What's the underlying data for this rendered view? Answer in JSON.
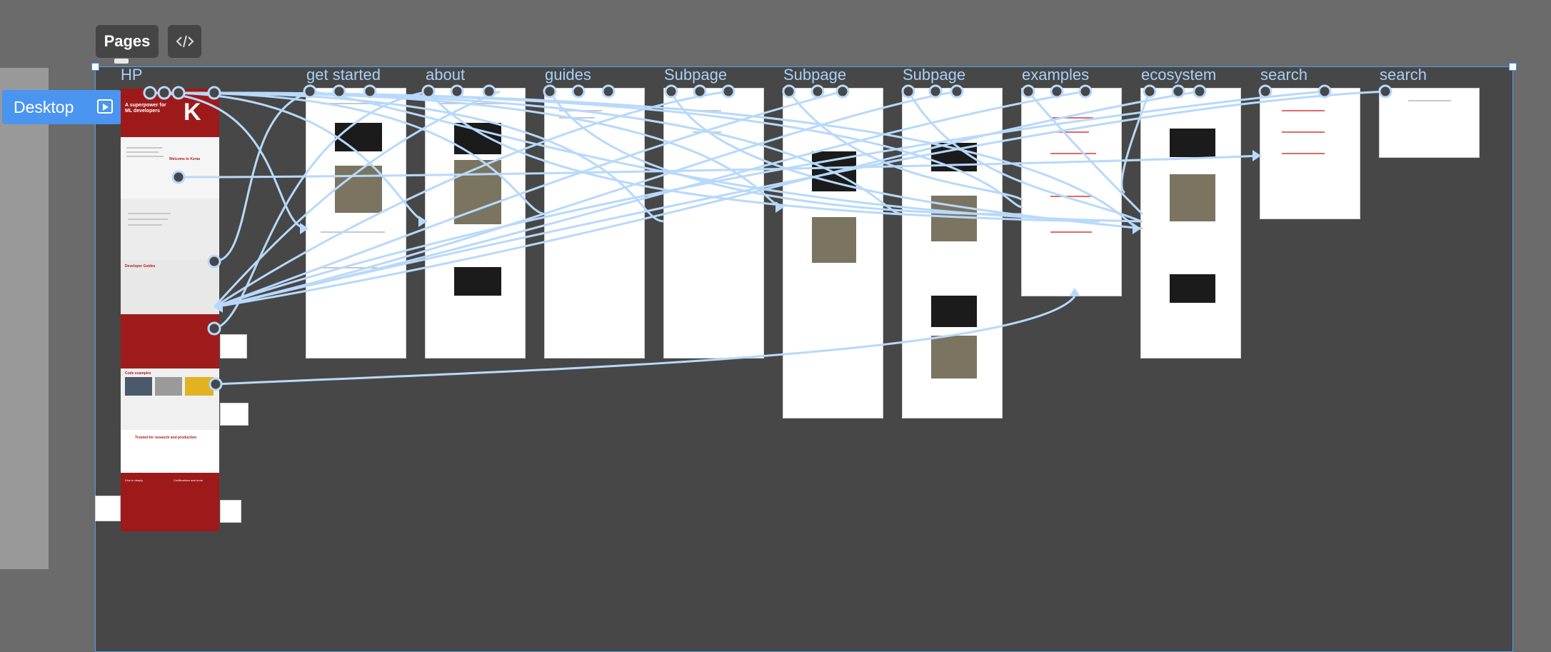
{
  "toolbar": {
    "pages_label": "Pages",
    "code_icon": "code-icon"
  },
  "canvas": {
    "frame_name": "Desktop"
  },
  "pages": [
    {
      "id": "hp",
      "label": "HP"
    },
    {
      "id": "get-started",
      "label": "get started"
    },
    {
      "id": "about",
      "label": "about"
    },
    {
      "id": "guides",
      "label": "guides"
    },
    {
      "id": "subpage-1",
      "label": "Subpage"
    },
    {
      "id": "subpage-2",
      "label": "Subpage"
    },
    {
      "id": "subpage-3",
      "label": "Subpage"
    },
    {
      "id": "examples",
      "label": "examples"
    },
    {
      "id": "ecosystem",
      "label": "ecosystem"
    },
    {
      "id": "search-1",
      "label": "search"
    },
    {
      "id": "search-2",
      "label": "search"
    }
  ],
  "hp_content": {
    "hero_title": "A superpower for ML developers",
    "welcome_title": "Welcome to Keras",
    "guides_title": "Developer Guides",
    "code_examples_title": "Code examples",
    "trusted_title": "Trusted for research and production",
    "deep_title": "Dive in deeply",
    "cert_title": "Certifications and more"
  },
  "colors": {
    "accent": "#4a95ef",
    "wire": "#b8d9fb",
    "brand_red": "#b21c1c",
    "canvas": "#474747"
  }
}
